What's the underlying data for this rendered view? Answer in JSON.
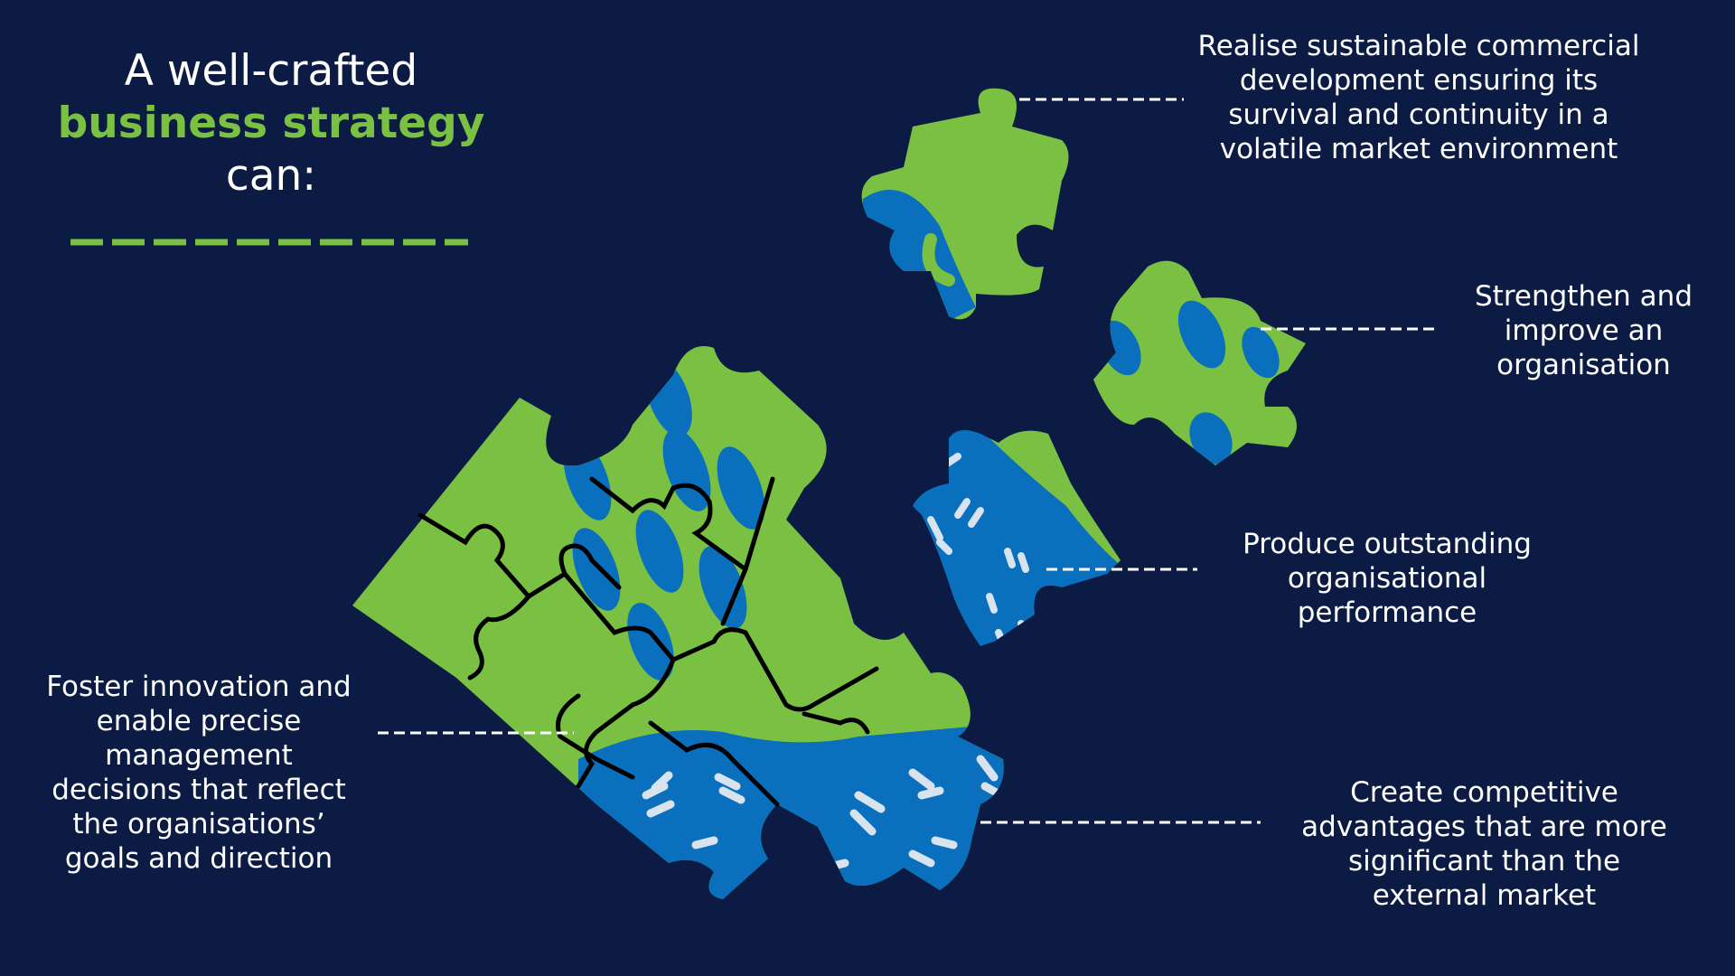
{
  "heading": {
    "line1": "A well-crafted",
    "line2": "business strategy",
    "line3": "can:"
  },
  "colors": {
    "background": "#0b1b43",
    "green": "#7ac143",
    "blue": "#0a6fbd",
    "text": "#ffffff",
    "stroke": "#000000"
  },
  "callouts": [
    {
      "id": "sustainable",
      "text": "Realise sustainable commercial development ensuring its survival and continuity in a volatile market environment"
    },
    {
      "id": "strengthen",
      "text": "Strengthen and improve an organisation"
    },
    {
      "id": "performance",
      "text": "Produce outstanding organisational performance"
    },
    {
      "id": "innovation",
      "text": "Foster innovation and enable precise management decisions that reflect the organisations’ goals and direction"
    },
    {
      "id": "competitive",
      "text": "Create competitive advantages that are more significant than the external market"
    }
  ]
}
